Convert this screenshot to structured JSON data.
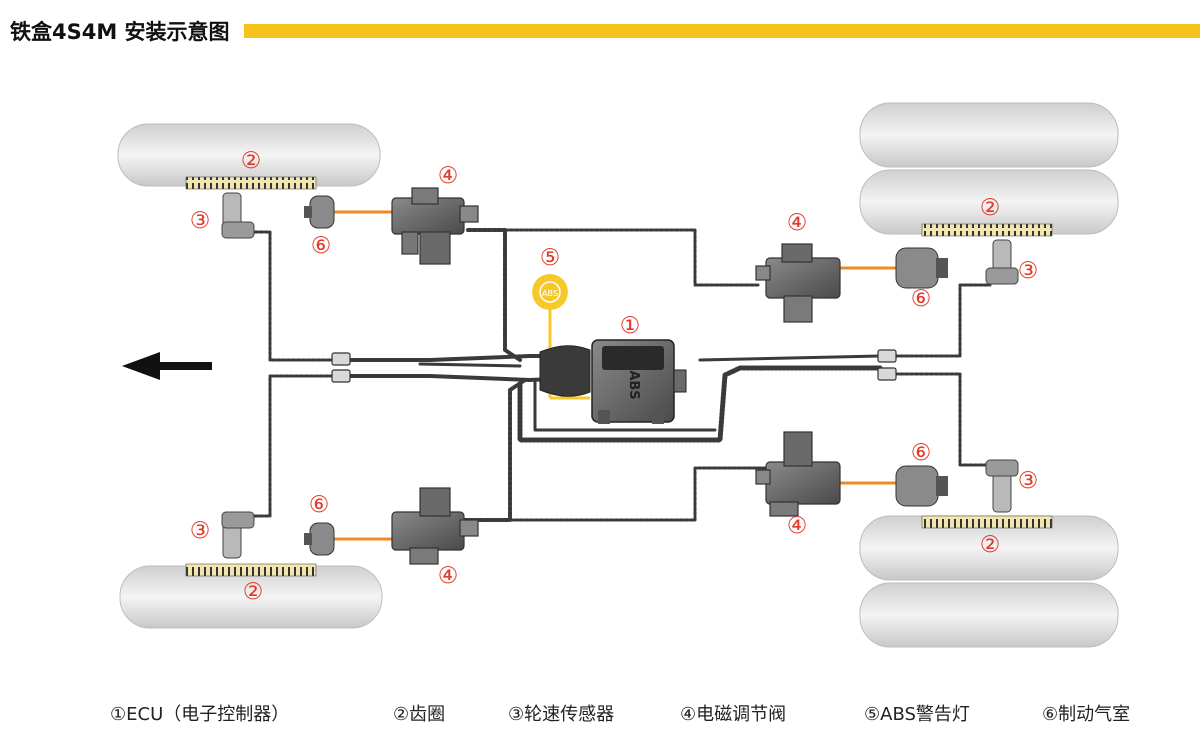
{
  "title": "铁盒4S4M 安装示意图",
  "callouts": {
    "ecu": "①",
    "tone_ring": "②",
    "sensor": "③",
    "valve": "④",
    "lamp": "⑤",
    "chamber": "⑥"
  },
  "lamp_text": "ABS",
  "ecu_brand": "ABS",
  "legend": [
    "①ECU（电子控制器）",
    "②齿圈",
    "③轮速传感器",
    "④电磁调节阀",
    "⑤ABS警告灯",
    "⑥制动气室"
  ],
  "colors": {
    "accent_yellow": "#f6c21c",
    "callout_red": "#e23a2a",
    "air_line_orange": "#f08a24",
    "lamp_yellow": "#f7c82a"
  },
  "icons": {
    "direction": "arrow-left-icon"
  }
}
